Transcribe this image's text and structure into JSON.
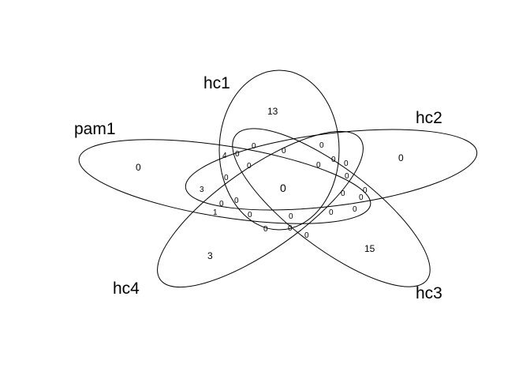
{
  "venn": {
    "sets": [
      "hc1",
      "hc2",
      "hc3",
      "hc4",
      "pam1"
    ],
    "set_labels": {
      "hc1": "hc1",
      "hc2": "hc2",
      "hc3": "hc3",
      "hc4": "hc4",
      "pam1": "pam1"
    },
    "region_counts": [
      "13",
      "0",
      "15",
      "3",
      "0",
      "4",
      "0",
      "0",
      "0",
      "0",
      "0",
      "0",
      "0",
      "0",
      "3",
      "0",
      "0",
      "0",
      "0",
      "0",
      "0",
      "0",
      "1",
      "0",
      "0",
      "0",
      "0",
      "0",
      "0",
      "0",
      "0"
    ]
  }
}
